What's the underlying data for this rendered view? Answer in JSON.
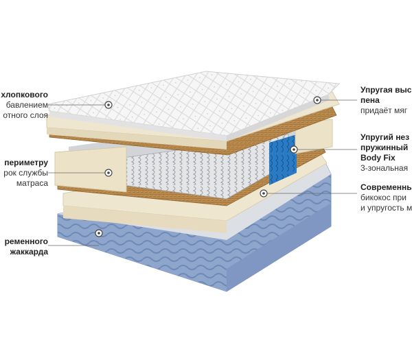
{
  "left_labels": [
    {
      "line1": "хлопкового",
      "line2": "бавлением",
      "line3": "отного слоя"
    },
    {
      "line1": "периметру",
      "line2": "рок службы",
      "line3": "матраса"
    },
    {
      "line1": "ременного",
      "line2": "жаккарда"
    }
  ],
  "right_labels": [
    {
      "line1": "Упругая выс",
      "line2": "пена",
      "line3": "придаёт мяг"
    },
    {
      "line1": "Упругий нез",
      "line2": "пружинный",
      "line3": "Body Fix",
      "line4": "3-зональная"
    },
    {
      "line1": "Современны",
      "line2": "бикокос при",
      "line3": "и упругость м"
    }
  ],
  "colors": {
    "cover": "#f4f4f4",
    "foam": "#efe6cf",
    "coir": "#b88a4d",
    "springs": "#d9dadc",
    "zone_accent": "#1f6fb8",
    "jacquard": "#8fa6cc",
    "callout": "#555555"
  },
  "icons": [
    "callout-dot-icon",
    "quilt-pattern",
    "wave-pattern"
  ]
}
